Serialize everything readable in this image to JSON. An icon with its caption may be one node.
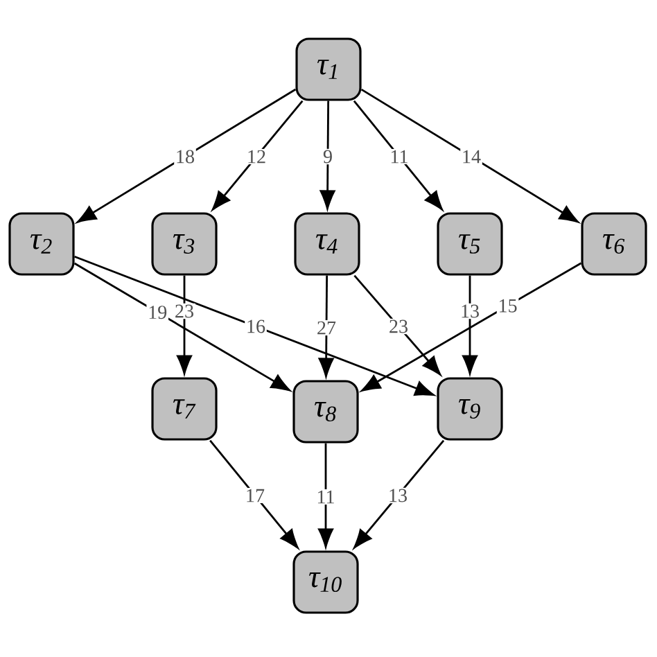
{
  "diagram": {
    "nodes": [
      {
        "text": [
          "τ$_{1}$"
        ]
      },
      {
        "text": [
          "τ$_{2}$"
        ]
      },
      {
        "text": [
          "τ$_{3}$"
        ]
      },
      {
        "text": [
          "τ$_{4}$"
        ]
      },
      {
        "text": [
          "τ$_{5}$"
        ]
      },
      {
        "text": [
          "τ$_{6}$"
        ]
      },
      {
        "text": [
          "τ$_{7}$"
        ]
      },
      {
        "text": [
          "τ$_{8}$"
        ]
      },
      {
        "text": [
          "τ$_{9}$"
        ]
      },
      {
        "text": [
          "τ$_{10}$"
        ]
      }
    ],
    "edges": [
      {
        "from": 0,
        "to": 1,
        "arrow": "to",
        "label": "18"
      },
      {
        "from": 0,
        "to": 2,
        "arrow": "to",
        "label": "12"
      },
      {
        "from": 0,
        "to": 3,
        "arrow": "to",
        "label": "9"
      },
      {
        "from": 0,
        "to": 4,
        "arrow": "to",
        "label": "11"
      },
      {
        "from": 0,
        "to": 5,
        "arrow": "to",
        "label": "14"
      },
      {
        "from": 1,
        "to": 7,
        "arrow": "to",
        "label": "19"
      },
      {
        "from": 1,
        "to": 8,
        "arrow": "to",
        "label": "16"
      },
      {
        "from": 2,
        "to": 6,
        "arrow": "to",
        "label": "23"
      },
      {
        "from": 3,
        "to": 7,
        "arrow": "to",
        "label": "27"
      },
      {
        "from": 3,
        "to": 8,
        "arrow": "to",
        "label": "23"
      },
      {
        "from": 4,
        "to": 8,
        "arrow": "to",
        "label": "13"
      },
      {
        "from": 5,
        "to": 7,
        "arrow": "to",
        "label": "15"
      },
      {
        "from": 6,
        "to": 9,
        "arrow": "to",
        "label": "17"
      },
      {
        "from": 7,
        "to": 9,
        "arrow": "to",
        "label": "11"
      },
      {
        "from": 8,
        "to": 9,
        "arrow": "to",
        "label": "13"
      }
    ]
  }
}
